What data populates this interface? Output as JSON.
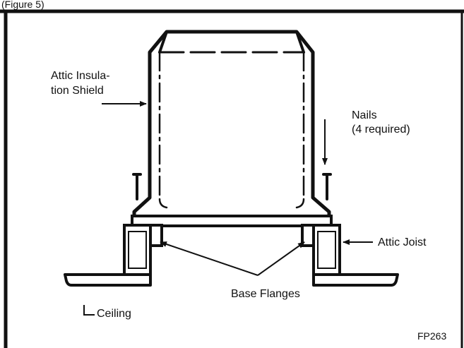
{
  "diagram": {
    "caption_fragment": "(Figure 5)",
    "labels": {
      "attic_insulation_shield_line1": "Attic Insula-",
      "attic_insulation_shield_line2": "tion Shield",
      "nails_line1": "Nails",
      "nails_line2": "(4 required)",
      "attic_joist": "Attic Joist",
      "base_flanges": "Base Flanges",
      "ceiling": "Ceiling",
      "figure_code": "FP263"
    }
  }
}
